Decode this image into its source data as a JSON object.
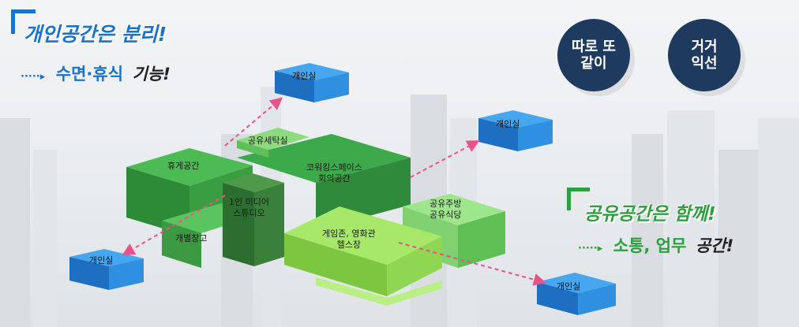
{
  "top_left": {
    "heading": "개인공간은 분리!",
    "sub_arrow": "·····▸",
    "sub_blue": "수면·휴식",
    "sub_black": "기능!"
  },
  "right": {
    "heading": "공유공간은 함께!",
    "sub_arrow": "·····▸",
    "sub_green": "소통, 업무",
    "sub_black": "공간!"
  },
  "badges": [
    {
      "text": "따로 또\n같이"
    },
    {
      "text": "거거\n익선"
    }
  ],
  "private_rooms": [
    "개인실",
    "개인실",
    "개인실",
    "개인실"
  ],
  "zones": {
    "laundry": "공유세탁실",
    "lounge": "휴게공간",
    "coworking": "코워킹스페이스\n회의공간",
    "media": "1인 미디어\n스튜디오",
    "storage": "개별창고",
    "game": "게임존, 영화관\n헬스장",
    "kitchen": "공유주방\n공유식당"
  },
  "colors": {
    "navy": "#1e3a5f",
    "blue": "#1a73c8",
    "green": "#2e9e3e",
    "room_blue": "#2f8fe0"
  }
}
